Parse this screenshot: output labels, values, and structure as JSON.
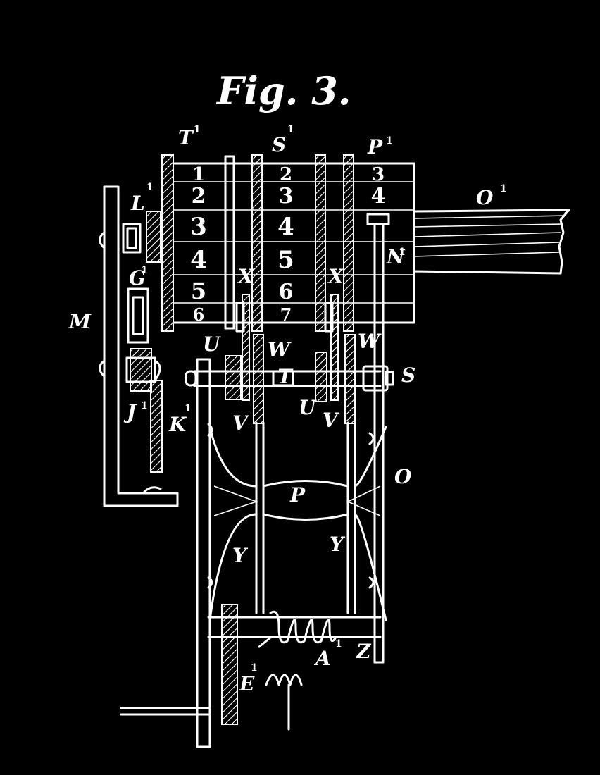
{
  "figure": {
    "title": "Fig. 3."
  },
  "wheels": {
    "T": {
      "label": "T",
      "sup": "1",
      "numbers": [
        "1",
        "2",
        "3",
        "4",
        "5",
        "6"
      ]
    },
    "S": {
      "label": "S",
      "sup": "1",
      "numbers": [
        "2",
        "3",
        "4",
        "5",
        "6",
        "7"
      ]
    },
    "P": {
      "label": "P",
      "sup": "1",
      "numbers": [
        "3",
        "4"
      ]
    }
  },
  "labels": {
    "L": {
      "text": "L",
      "sup": "1"
    },
    "G": {
      "text": "G",
      "sup": "1"
    },
    "M": {
      "text": "M"
    },
    "J": {
      "text": "J",
      "sup": "1"
    },
    "K": {
      "text": "K",
      "sup": "1"
    },
    "O1": {
      "text": "O",
      "sup": "1"
    },
    "N": {
      "text": "N",
      "sup": "1"
    },
    "X_left": {
      "text": "X"
    },
    "X_right": {
      "text": "X"
    },
    "U_left": {
      "text": "U"
    },
    "U_right": {
      "text": "U"
    },
    "W_left": {
      "text": "W"
    },
    "W_right": {
      "text": "W"
    },
    "T_shaft": {
      "text": "T"
    },
    "S_shaft": {
      "text": "S"
    },
    "V_left": {
      "text": "V"
    },
    "V_right": {
      "text": "V"
    },
    "O": {
      "text": "O"
    },
    "P_frame": {
      "text": "P"
    },
    "Y_left": {
      "text": "Y"
    },
    "Y_right": {
      "text": "Y"
    },
    "E": {
      "text": "E",
      "sup": "1"
    },
    "A": {
      "text": "A",
      "sup": "1"
    },
    "Z": {
      "text": "Z"
    }
  }
}
